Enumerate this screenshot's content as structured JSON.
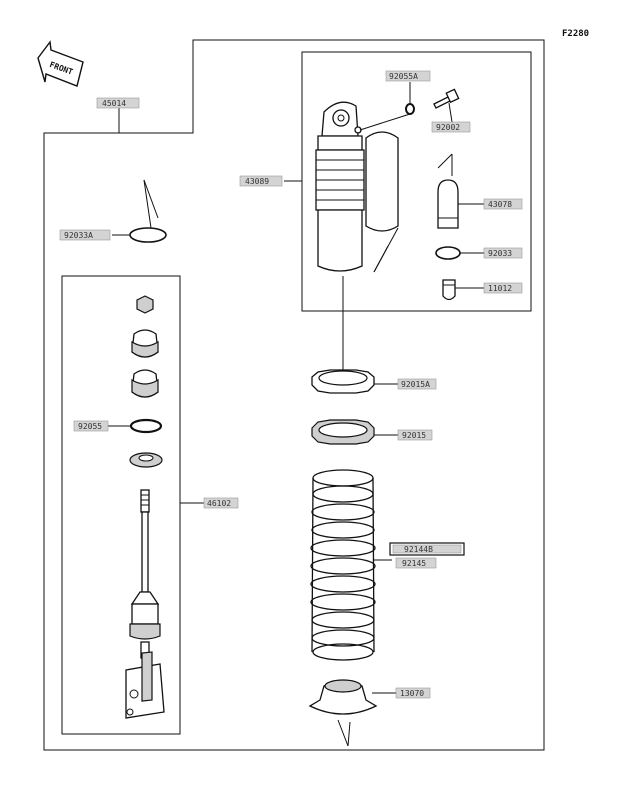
{
  "figure_code": "F2280",
  "front_label": "FRONT",
  "labels": {
    "l45014": "45014",
    "l92055A": "92055A",
    "l92002": "92002",
    "l43089": "43089",
    "l43078": "43078",
    "l92033A": "92033A",
    "l92033": "92033",
    "l11012": "11012",
    "l92015A": "92015A",
    "l92055": "92055",
    "l92015": "92015",
    "l46102": "46102",
    "l92144B": "92144B",
    "l92145": "92145",
    "l13070": "13070"
  }
}
